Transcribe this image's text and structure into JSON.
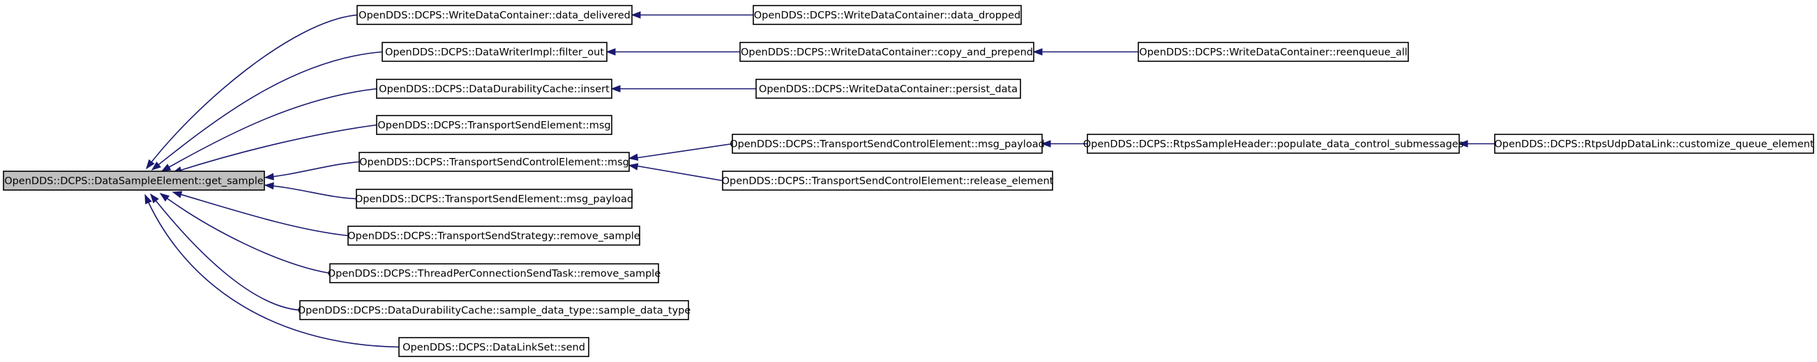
{
  "colors": {
    "root_fill": "#bfbfbf",
    "node_fill": "#ffffff",
    "node_border": "#000000",
    "edge": "#191970"
  },
  "nodes": [
    {
      "id": "root",
      "label": "OpenDDS::DCPS::DataSampleElement::get_sample"
    },
    {
      "id": "wdc_data_delivered",
      "label": "OpenDDS::DCPS::WriteDataContainer::data_delivered"
    },
    {
      "id": "wdc_data_dropped",
      "label": "OpenDDS::DCPS::WriteDataContainer::data_dropped"
    },
    {
      "id": "dwi_filter_out",
      "label": "OpenDDS::DCPS::DataWriterImpl::filter_out"
    },
    {
      "id": "wdc_copy_and_prepend",
      "label": "OpenDDS::DCPS::WriteDataContainer::copy_and_prepend"
    },
    {
      "id": "wdc_reenqueue_all",
      "label": "OpenDDS::DCPS::WriteDataContainer::reenqueue_all"
    },
    {
      "id": "ddc_insert",
      "label": "OpenDDS::DCPS::DataDurabilityCache::insert"
    },
    {
      "id": "wdc_persist_data",
      "label": "OpenDDS::DCPS::WriteDataContainer::persist_data"
    },
    {
      "id": "tse_msg",
      "label": "OpenDDS::DCPS::TransportSendElement::msg"
    },
    {
      "id": "tsce_msg",
      "label": "OpenDDS::DCPS::TransportSendControlElement::msg"
    },
    {
      "id": "tsce_msg_payload",
      "label": "OpenDDS::DCPS::TransportSendControlElement::msg_payload"
    },
    {
      "id": "rsh_populate",
      "label": "OpenDDS::DCPS::RtpsSampleHeader::populate_data_control_submessages"
    },
    {
      "id": "rudl_customize",
      "label": "OpenDDS::DCPS::RtpsUdpDataLink::customize_queue_element"
    },
    {
      "id": "tsce_release_element",
      "label": "OpenDDS::DCPS::TransportSendControlElement::release_element"
    },
    {
      "id": "tse_msg_payload",
      "label": "OpenDDS::DCPS::TransportSendElement::msg_payload"
    },
    {
      "id": "tss_remove_sample",
      "label": "OpenDDS::DCPS::TransportSendStrategy::remove_sample"
    },
    {
      "id": "tpcst_remove_sample",
      "label": "OpenDDS::DCPS::ThreadPerConnectionSendTask::remove_sample"
    },
    {
      "id": "ddc_sample_data_type",
      "label": "OpenDDS::DCPS::DataDurabilityCache::sample_data_type::sample_data_type"
    },
    {
      "id": "dls_send",
      "label": "OpenDDS::DCPS::DataLinkSet::send"
    }
  ],
  "edges": [
    {
      "from": "wdc_data_delivered",
      "to": "root"
    },
    {
      "from": "dwi_filter_out",
      "to": "root"
    },
    {
      "from": "ddc_insert",
      "to": "root"
    },
    {
      "from": "tse_msg",
      "to": "root"
    },
    {
      "from": "tsce_msg",
      "to": "root"
    },
    {
      "from": "tse_msg_payload",
      "to": "root"
    },
    {
      "from": "tss_remove_sample",
      "to": "root"
    },
    {
      "from": "tpcst_remove_sample",
      "to": "root"
    },
    {
      "from": "ddc_sample_data_type",
      "to": "root"
    },
    {
      "from": "dls_send",
      "to": "root"
    },
    {
      "from": "wdc_data_dropped",
      "to": "wdc_data_delivered"
    },
    {
      "from": "wdc_copy_and_prepend",
      "to": "dwi_filter_out"
    },
    {
      "from": "wdc_reenqueue_all",
      "to": "wdc_copy_and_prepend"
    },
    {
      "from": "wdc_persist_data",
      "to": "ddc_insert"
    },
    {
      "from": "tsce_msg_payload",
      "to": "tsce_msg"
    },
    {
      "from": "tsce_release_element",
      "to": "tsce_msg"
    },
    {
      "from": "rsh_populate",
      "to": "tsce_msg_payload"
    },
    {
      "from": "rudl_customize",
      "to": "rsh_populate"
    }
  ]
}
